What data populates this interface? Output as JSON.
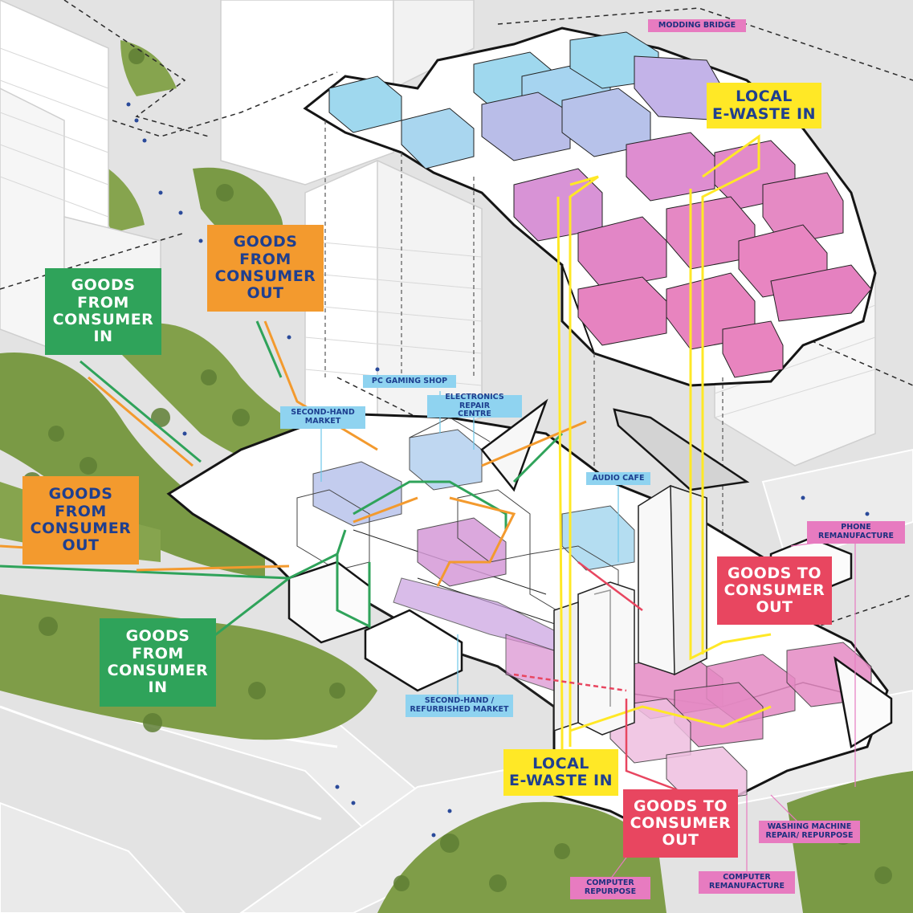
{
  "colors": {
    "orange": "#f39a2e",
    "green": "#2fa35a",
    "yellow": "#ffe826",
    "red": "#e84660",
    "cyan": "#8fd3f0",
    "pink": "#e77bc0",
    "ground": "#e3e3e3",
    "grass": "#7a9a45"
  },
  "flow_labels": {
    "goods_from_consumer_out_top": "GOODS\nFROM\nCONSUMER\nOUT",
    "goods_from_consumer_in_top": "GOODS\nFROM\nCONSUMER\nIN",
    "goods_from_consumer_out_left": "GOODS\nFROM\nCONSUMER\nOUT",
    "goods_from_consumer_in_bottom": "GOODS\nFROM\nCONSUMER\nIN",
    "local_ewaste_in_top": "LOCAL\nE-WASTE IN",
    "local_ewaste_in_bottom": "LOCAL\nE-WASTE IN",
    "goods_to_consumer_out_right": "GOODS TO\nCONSUMER\nOUT",
    "goods_to_consumer_out_bottom": "GOODS TO\nCONSUMER\nOUT"
  },
  "program_labels": {
    "modding_bridge": "MODDING BRIDGE",
    "pc_gaming_shop": "PC GAMING SHOP",
    "electronics_repair_centre": "ELECTRONICS REPAIR\nCENTRE",
    "second_hand_market": "SECOND-HAND\nMARKET",
    "audio_cafe": "AUDIO CAFE",
    "phone_remanufacture": "PHONE\nREMANUFACTURE",
    "second_hand_refurbished_market": "SECOND-HAND /\nREFURBISHED MARKET",
    "washing_machine_repair": "WASHING MACHINE\nREPAIR/ REPURPOSE",
    "computer_remanufacture": "COMPUTER\nREMANUFACTURE",
    "computer_repurpose": "COMPUTER\nREPURPOSE"
  }
}
